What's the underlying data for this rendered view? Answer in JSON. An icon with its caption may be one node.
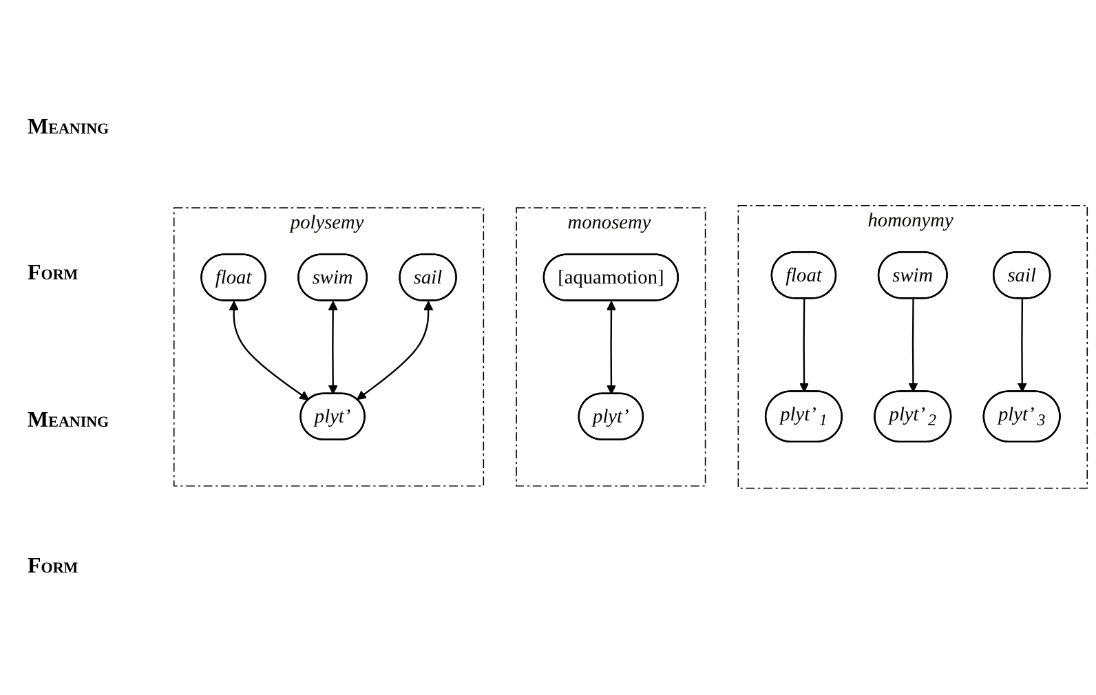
{
  "diagram": {
    "nodes": [
      {
        "text": [
          "homonymy"
        ]
      },
      {
        "text": [
          "float"
        ],
        "in": 0
      },
      {
        "text": [
          "swim"
        ],
        "in": 0
      },
      {
        "text": [
          "sail"
        ],
        "in": 0
      },
      {
        "text": [
          "plyt’ $_{1}$"
        ],
        "in": 0
      },
      {
        "text": [
          "plyt’ $_{2}$"
        ],
        "in": 0
      },
      {
        "text": [
          "plyt’ $_{3}$"
        ],
        "in": 0
      },
      {
        "text": [
          "monosemy"
        ]
      },
      {
        "text": [
          "[aquamotion]"
        ],
        "in": 7
      },
      {
        "text": [
          "plyt’"
        ],
        "in": 7
      },
      {
        "text": [
          "polysemy"
        ]
      },
      {
        "text": [
          "float"
        ],
        "in": 10
      },
      {
        "text": [
          "swim"
        ],
        "in": 10
      },
      {
        "text": [
          "sail"
        ],
        "in": 10
      },
      {
        "text": [
          "plyt’"
        ],
        "in": 10
      }
    ],
    "edges": [
      {
        "from": 1,
        "to": 4,
        "arrow": "to"
      },
      {
        "from": 2,
        "to": 5,
        "arrow": "to"
      },
      {
        "from": 3,
        "to": 6,
        "arrow": "to"
      },
      {
        "from": 8,
        "to": 9,
        "arrow": "both"
      },
      {
        "from": 11,
        "to": 14,
        "arrow": "both"
      },
      {
        "from": 12,
        "to": 14,
        "arrow": "both"
      },
      {
        "from": 13,
        "to": 14,
        "arrow": "both"
      }
    ],
    "labels": [
      "Meaning",
      "Form",
      "Meaning",
      "Form"
    ]
  }
}
